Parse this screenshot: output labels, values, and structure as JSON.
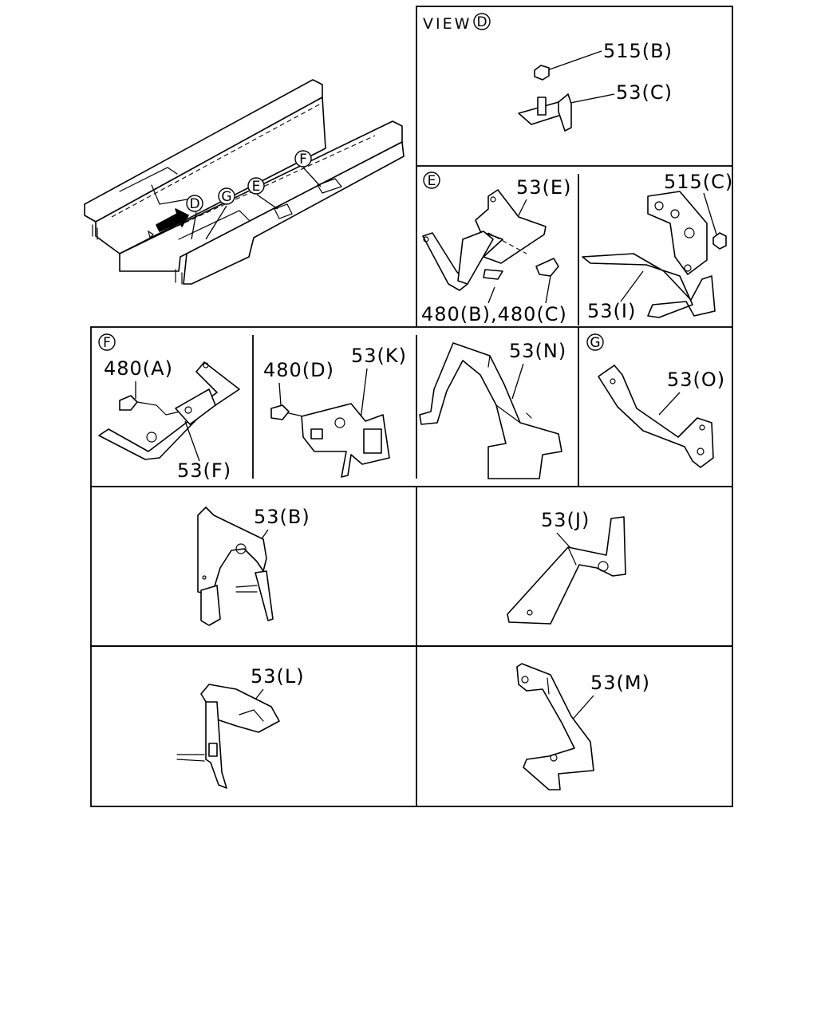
{
  "view_d": {
    "title": "VIEW",
    "marker": "D",
    "label_nut": "515(B)",
    "label_bracket": "53(C)"
  },
  "overview": {
    "markers": {
      "d": "D",
      "g": "G",
      "e": "E",
      "f": "F"
    }
  },
  "panel_e": {
    "marker": "E",
    "label_bracket_e": "53(E)",
    "label_bolts": "480(B),480(C)",
    "label_nut_c": "515(C)",
    "label_bracket_i": "53(I)"
  },
  "panel_f": {
    "marker": "F",
    "label_bolt_a": "480(A)",
    "label_bracket_f": "53(F)",
    "label_bolt_d": "480(D)",
    "label_bracket_k": "53(K)",
    "label_bracket_n": "53(N)"
  },
  "panel_g": {
    "marker": "G",
    "label_bracket_o": "53(O)"
  },
  "panels": {
    "label_b": "53(B)",
    "label_j": "53(J)",
    "label_l": "53(L)",
    "label_m": "53(M)"
  }
}
